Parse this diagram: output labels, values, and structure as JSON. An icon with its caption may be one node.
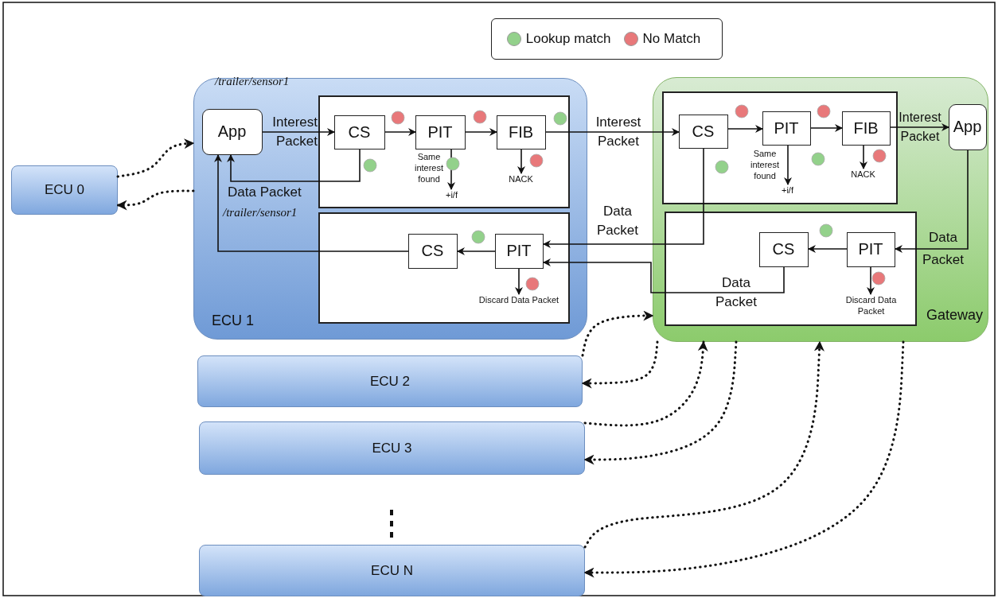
{
  "diagram": {
    "nodes": [
      {
        "text": [
          "ECU 0"
        ]
      },
      {
        "text": [
          "ECU 1"
        ]
      },
      {
        "text": [
          "App"
        ],
        "in": 1
      },
      {
        "text": [],
        "shape": "box",
        "in": 1
      },
      {
        "text": [
          "CS"
        ],
        "in": 3
      },
      {
        "text": [
          "PIT"
        ],
        "in": 3
      },
      {
        "text": [
          "FIB"
        ],
        "in": 3
      },
      {
        "text": [
          "+i/f"
        ],
        "in": 3
      },
      {
        "text": [
          "NACK"
        ],
        "in": 3
      },
      {
        "text": [],
        "shape": "box",
        "in": 1
      },
      {
        "text": [
          "CS"
        ],
        "in": 9
      },
      {
        "text": [
          "PIT"
        ],
        "in": 9
      },
      {
        "text": [
          "Discard Data Packet"
        ],
        "in": 9
      },
      {
        "text": [
          "Gateway"
        ]
      },
      {
        "text": [],
        "shape": "box",
        "in": 13
      },
      {
        "text": [
          "CS"
        ],
        "in": 14
      },
      {
        "text": [
          "PIT"
        ],
        "in": 14
      },
      {
        "text": [
          "FIB"
        ],
        "in": 14
      },
      {
        "text": [
          "+i/f"
        ],
        "in": 14
      },
      {
        "text": [
          "NACK"
        ],
        "in": 14
      },
      {
        "text": [
          "App"
        ],
        "in": 13
      },
      {
        "text": [],
        "shape": "box",
        "in": 13
      },
      {
        "text": [
          "CS"
        ],
        "in": 21
      },
      {
        "text": [
          "PIT"
        ],
        "in": 21
      },
      {
        "text": [
          "Discard Data Packet"
        ],
        "in": 21
      },
      {
        "text": [
          "ECU 2"
        ]
      },
      {
        "text": [
          "ECU 3"
        ]
      },
      {
        "text": [
          "ECU N"
        ]
      }
    ],
    "edges": [
      {
        "from": 0,
        "to": 1,
        "arrow": "to",
        "style": "dashed"
      },
      {
        "from": 1,
        "to": 0,
        "arrow": "to",
        "style": "dashed"
      },
      {
        "from": 2,
        "to": 4,
        "arrow": "to",
        "label": "Interest Packet"
      },
      {
        "from": 4,
        "to": 2,
        "arrow": "to",
        "label": "Data Packet"
      },
      {
        "from": 4,
        "to": 5,
        "arrow": "to"
      },
      {
        "from": 5,
        "to": 6,
        "arrow": "to"
      },
      {
        "from": 5,
        "to": 7,
        "arrow": "to"
      },
      {
        "from": 6,
        "to": 8,
        "arrow": "to"
      },
      {
        "from": 6,
        "to": 15,
        "arrow": "to",
        "label": "Interest Packet"
      },
      {
        "from": 15,
        "to": 16,
        "arrow": "to"
      },
      {
        "from": 16,
        "to": 17,
        "arrow": "to"
      },
      {
        "from": 16,
        "to": 18,
        "arrow": "to"
      },
      {
        "from": 17,
        "to": 19,
        "arrow": "to"
      },
      {
        "from": 17,
        "to": 20,
        "arrow": "to",
        "label": "Interest Packet"
      },
      {
        "from": 20,
        "to": 23,
        "arrow": "to",
        "label": "Data Packet"
      },
      {
        "from": 23,
        "to": 22,
        "arrow": "to"
      },
      {
        "from": 23,
        "to": 24,
        "arrow": "to"
      },
      {
        "from": 22,
        "to": 11,
        "arrow": "to",
        "label": "Data Packet"
      },
      {
        "from": 15,
        "to": 11,
        "arrow": "to",
        "label": "Data Packet"
      },
      {
        "from": 11,
        "to": 10,
        "arrow": "to"
      },
      {
        "from": 11,
        "to": 12,
        "arrow": "to"
      },
      {
        "from": 10,
        "to": 2,
        "arrow": "to"
      },
      {
        "from": 25,
        "to": 13,
        "arrow": "to",
        "style": "dashed"
      },
      {
        "from": 13,
        "to": 25,
        "arrow": "to",
        "style": "dashed"
      },
      {
        "from": 26,
        "to": 13,
        "arrow": "to",
        "style": "dashed"
      },
      {
        "from": 13,
        "to": 26,
        "arrow": "to",
        "style": "dashed"
      },
      {
        "from": 27,
        "to": 13,
        "arrow": "to",
        "style": "dashed"
      },
      {
        "from": 13,
        "to": 27,
        "arrow": "to",
        "style": "dashed"
      }
    ],
    "labels": [
      "/trailer/sensor1",
      "Same interest found",
      "/trailer/sensor1",
      "Same interest found"
    ],
    "legend": [
      {
        "text": "Lookup match",
        "color": "#93d18b"
      },
      {
        "text": "No Match",
        "color": "#e8787a"
      }
    ]
  }
}
